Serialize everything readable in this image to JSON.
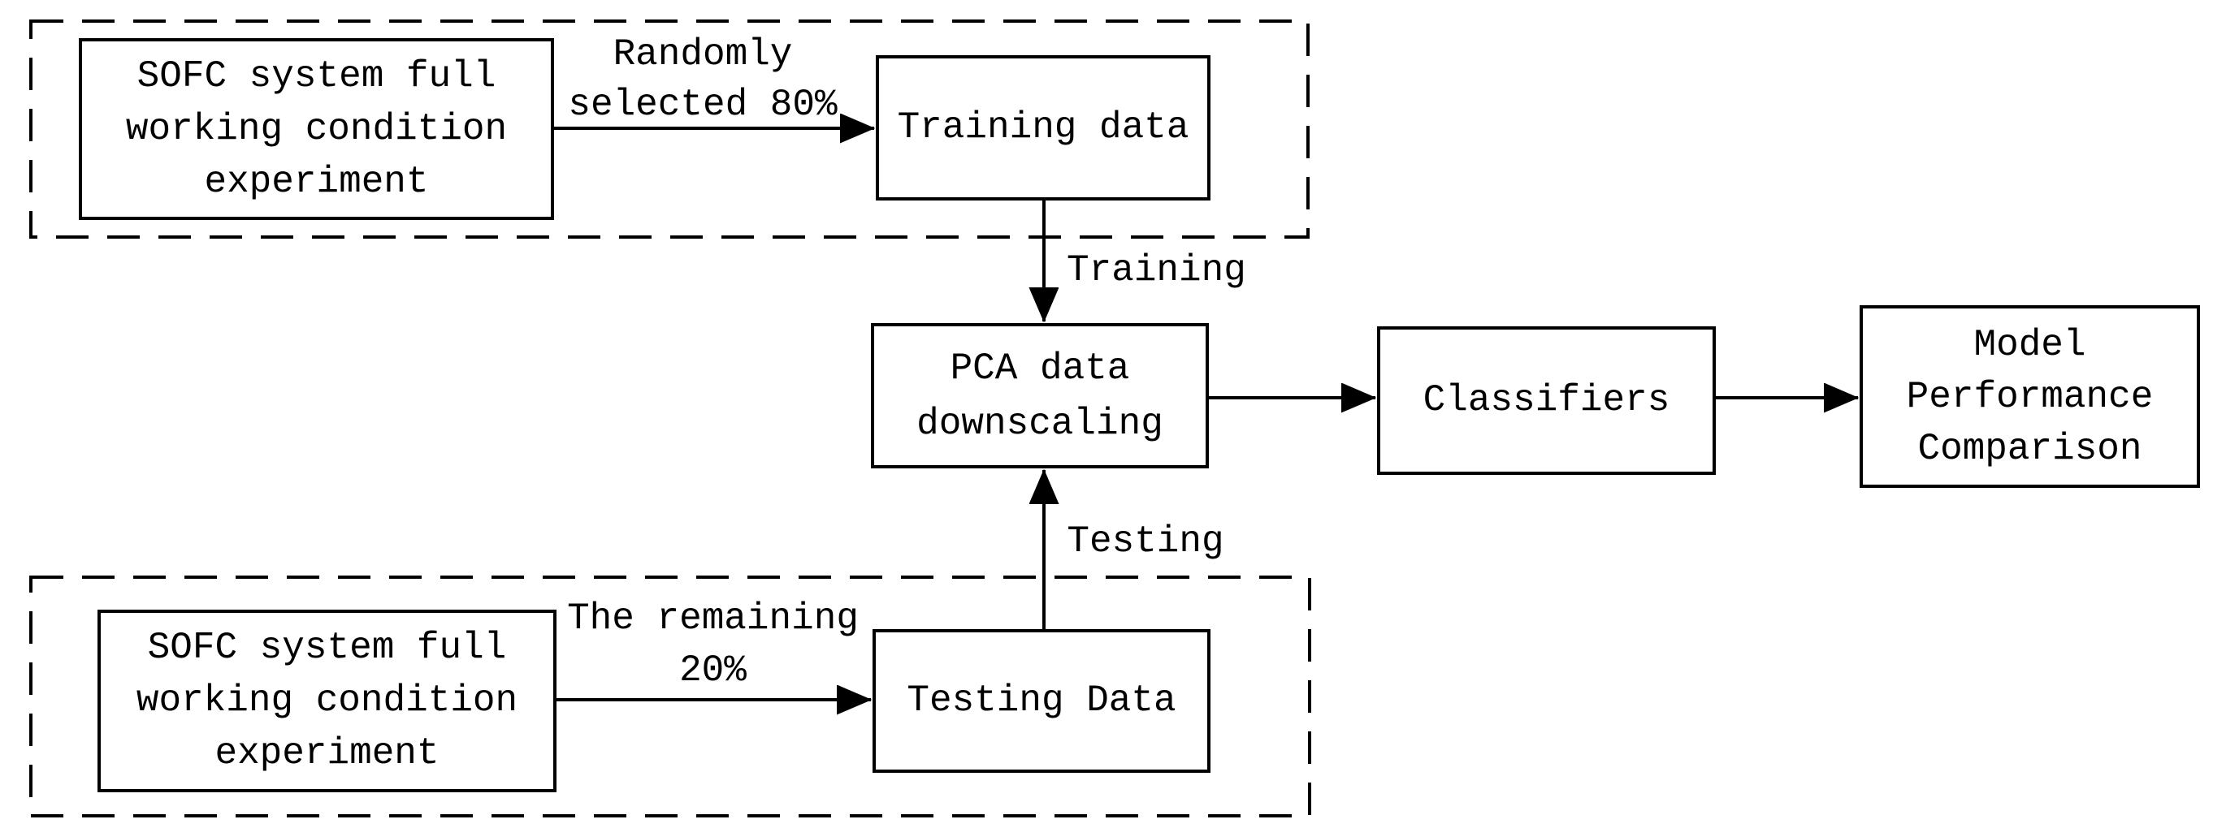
{
  "diagram": {
    "colors": {
      "ink": "#000000",
      "background": "#ffffff"
    },
    "nodes": {
      "sofc_top": {
        "lines": [
          "SOFC system full",
          "working condition",
          "experiment"
        ]
      },
      "training_data": {
        "label": "Training data"
      },
      "pca": {
        "lines": [
          "PCA data",
          "downscaling"
        ]
      },
      "classifiers": {
        "label": "Classifiers"
      },
      "model_performance": {
        "lines": [
          "Model",
          "Performance",
          "Comparison"
        ]
      },
      "sofc_bottom": {
        "lines": [
          "SOFC system full",
          "working condition",
          "experiment"
        ]
      },
      "testing_data": {
        "label": "Testing Data"
      }
    },
    "edge_labels": {
      "randomly_selected": {
        "lines": [
          "Randomly",
          "selected 80%"
        ]
      },
      "training": {
        "label": "Training"
      },
      "testing": {
        "label": "Testing"
      },
      "remaining": {
        "lines": [
          "The remaining",
          "20%"
        ]
      }
    }
  }
}
